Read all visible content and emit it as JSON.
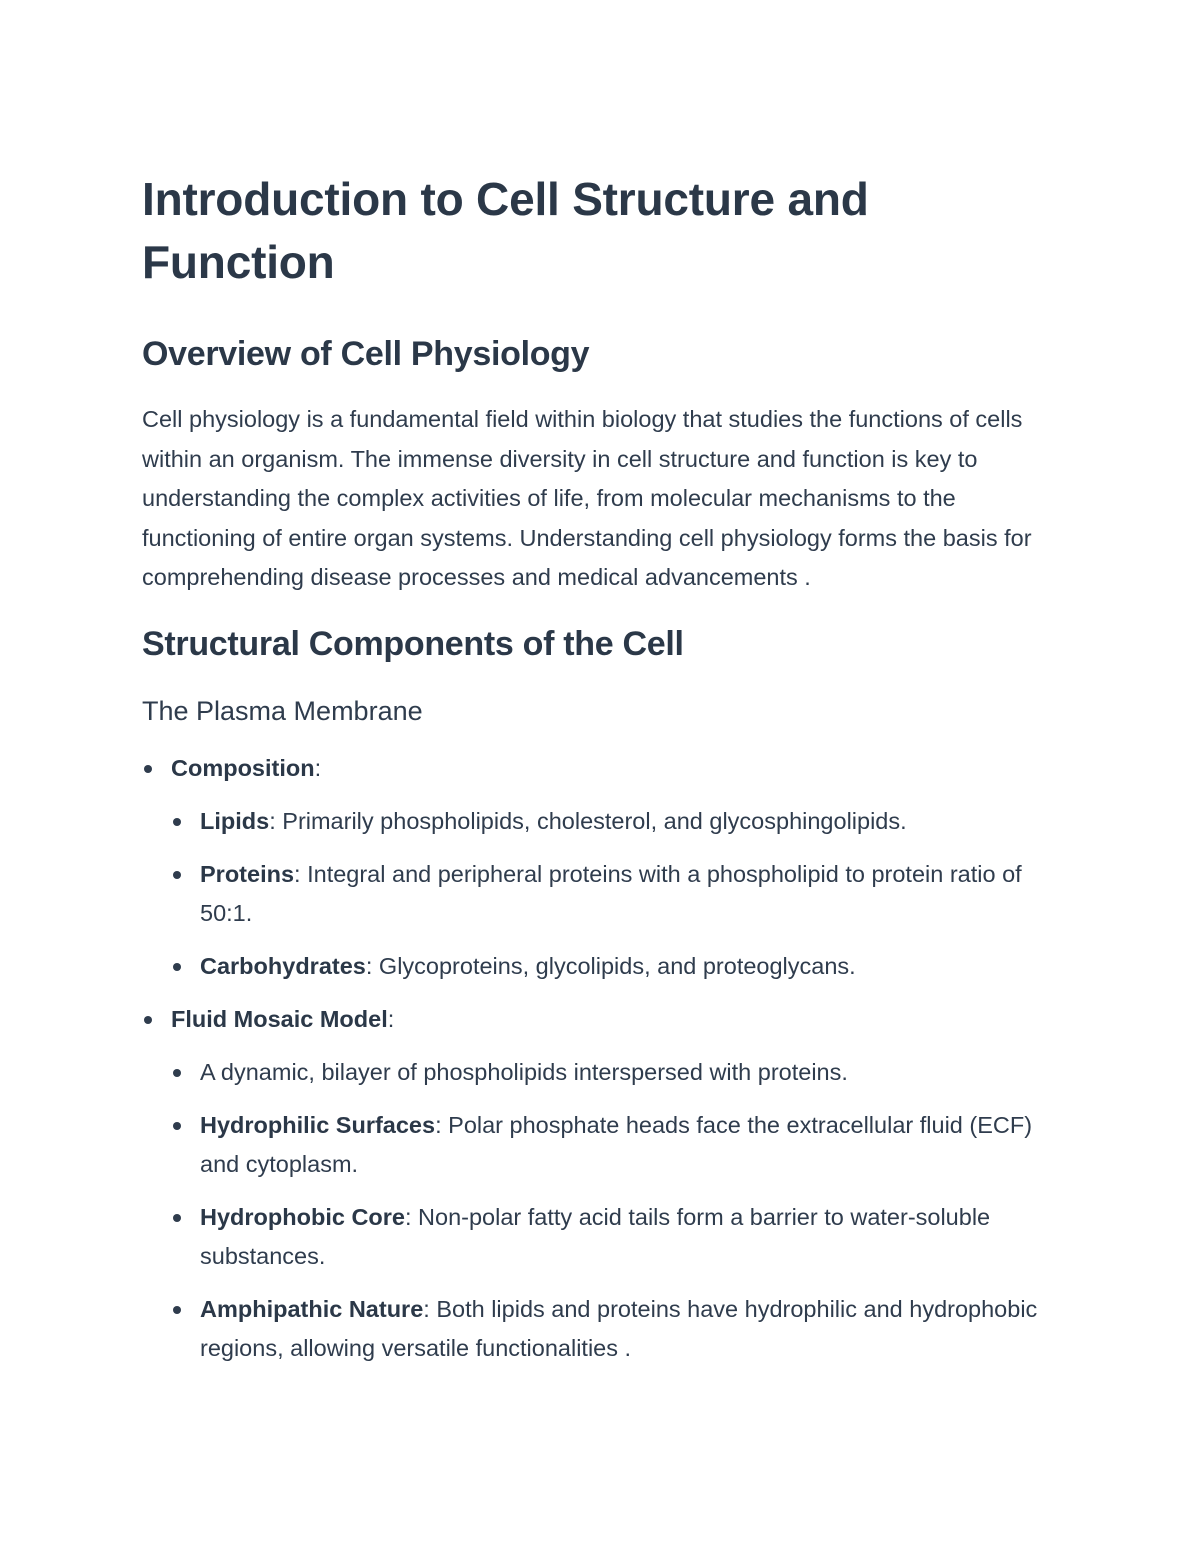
{
  "document": {
    "title": "Introduction to Cell Structure and Function",
    "sections": [
      {
        "heading": "Overview of Cell Physiology",
        "paragraph": "Cell physiology is a fundamental field within biology that studies the functions of cells within an organism. The immense diversity in cell structure and function is key to understanding the complex activities of life, from molecular mechanisms to the functioning of entire organ systems. Understanding cell physiology forms the basis for comprehending disease processes and medical advancements ."
      },
      {
        "heading": "Structural Components of the Cell",
        "subsection": {
          "heading": "The Plasma Membrane",
          "items": [
            {
              "term": "Composition",
              "suffix": ":",
              "children": [
                {
                  "term": "Lipids",
                  "suffix": ":",
                  "text": " Primarily phospholipids, cholesterol, and glycosphingolipids."
                },
                {
                  "term": "Proteins",
                  "suffix": ":",
                  "text": " Integral and peripheral proteins with a phospholipid to protein ratio of 50:1."
                },
                {
                  "term": "Carbohydrates",
                  "suffix": ":",
                  "text": " Glycoproteins, glycolipids, and proteoglycans."
                }
              ]
            },
            {
              "term": "Fluid Mosaic Model",
              "suffix": ":",
              "children": [
                {
                  "text": "A dynamic, bilayer of phospholipids interspersed with proteins."
                },
                {
                  "term": "Hydrophilic Surfaces",
                  "suffix": ":",
                  "text": " Polar phosphate heads face the extracellular fluid (ECF) and cytoplasm."
                },
                {
                  "term": "Hydrophobic Core",
                  "suffix": ":",
                  "text": " Non-polar fatty acid tails form a barrier to water-soluble substances."
                },
                {
                  "term": "Amphipathic Nature",
                  "suffix": ":",
                  "text": " Both lipids and proteins have hydrophilic and hydrophobic regions, allowing versatile functionalities ."
                }
              ]
            }
          ]
        }
      }
    ]
  }
}
